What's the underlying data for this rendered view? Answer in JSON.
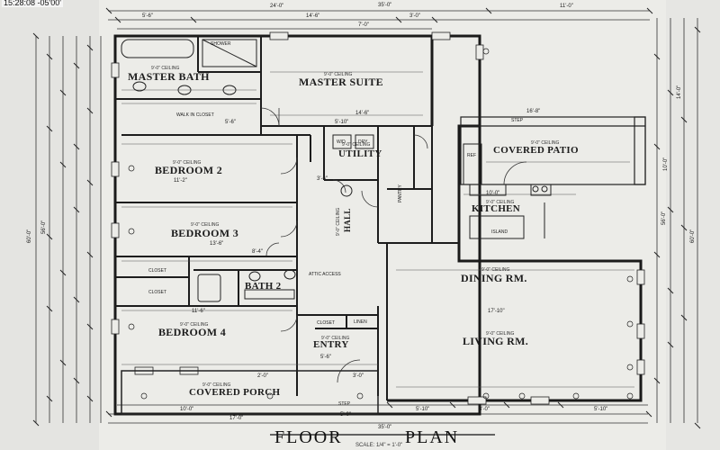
{
  "timestamp": "15:28:08 -05'00'",
  "title": {
    "word1": "FLOOR",
    "word2": "PLAN",
    "scale": "SCALE: 1/4\" = 1'-0\""
  },
  "rooms": {
    "master_bath": "MASTER BATH",
    "master_suite": "MASTER SUITE",
    "bedroom2": "BEDROOM 2",
    "bedroom3": "BEDROOM 3",
    "bedroom4": "BEDROOM 4",
    "bath2": "BATH 2",
    "utility": "UTILITY",
    "entry": "ENTRY",
    "covered_porch": "COVERED PORCH",
    "covered_patio": "COVERED PATIO",
    "kitchen": "KITCHEN",
    "dining": "DINING RM.",
    "living": "LIVING RM."
  },
  "ceilings": {
    "master_bath": "9'-0\" CEILING",
    "master_suite": "9'-0\" CEILING",
    "bedroom2": "9'-0\" CEILING",
    "bedroom3": "9'-0\" CEILING",
    "bedroom4": "9'-0\" CEILING",
    "utility": "9'-0\" CEILING",
    "patio": "9'-0\" CEILING",
    "kitchen": "9'-0\" CEILING",
    "dining": "9'-0\" CEILING",
    "living": "9'-0\" CEILING",
    "entry": "9'-0\" CEILING",
    "porch": "9'-0\" CEILING",
    "hall": "9'-0\" CEILING"
  },
  "fixtures": {
    "shower": "SHOWER",
    "walk_in_closet": "WALK IN CLOSET",
    "closet": "CLOSET",
    "linen": "LINEN",
    "island": "ISLAND",
    "pantry": "PANTRY",
    "attic_access": "ATTIC ACCESS",
    "wd": "W/D",
    "dryer": "DRY",
    "hall": "HALL",
    "step": "STEP",
    "ref": "REF"
  },
  "dimensions": {
    "top_overall": "35'-0\"",
    "top_left": "24'-0\"",
    "top_right": "11'-0\"",
    "top_a": "5'-6\"",
    "top_b": "14'-6\"",
    "top_c": "3'-0\"",
    "top_d": "7'-0\"",
    "bottom_overall": "35'-0\"",
    "bottom_a": "17'-0\"",
    "bottom_b": "5'-0\"",
    "bottom_c": "5'-10\"",
    "bottom_d": "3'-0\"",
    "bottom_e": "5'-10\"",
    "porch_a": "10'-0\"",
    "porch_b": "2'-0\"",
    "porch_c": "3'-0\"",
    "left_overall": "56'-0\"",
    "left_outer": "60'-0\"",
    "right_overall": "56'-0\"",
    "right_outer": "60'-0\"",
    "patio_w": "16'-8\"",
    "patio_d": "10'-0\"",
    "living_w": "17'-10\"",
    "dining_d": "14'-0\"",
    "br2_w": "11'-2\"",
    "br3_w": "13'-6\"",
    "br4_w": "11'-6\"",
    "bath2_w": "8'-4\"",
    "hall_w": "3'-6\"",
    "utility_w": "5'-10\"",
    "entry_w": "5'-6\"",
    "master_w": "14'-6\"",
    "kitchen_w": "10'-0\"",
    "closet_w": "5'-6\""
  }
}
